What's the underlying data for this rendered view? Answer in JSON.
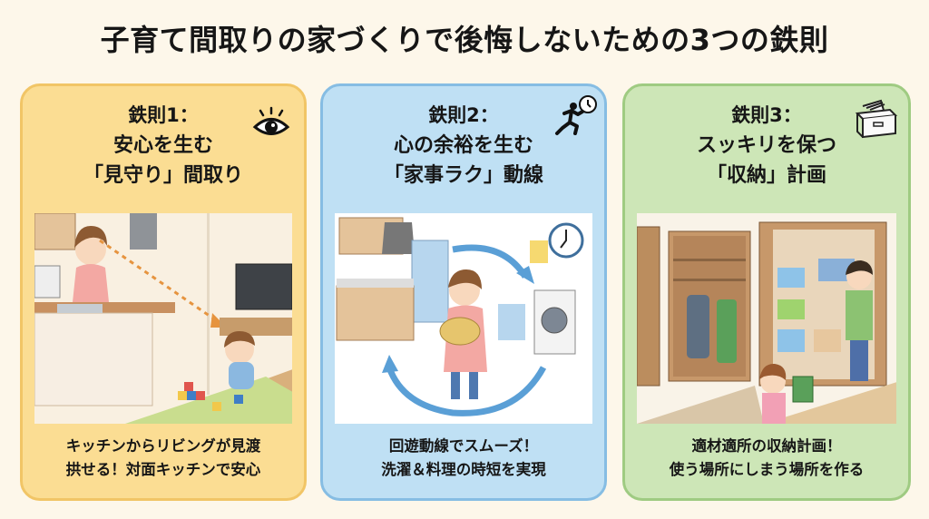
{
  "title": "子育て間取りの家づくりで後悔しないための3つの鉄則",
  "colors": {
    "background": "#fdf7ea",
    "card1_bg": "#fbdd93",
    "card1_border": "#f1c566",
    "card2_bg": "#bfe0f4",
    "card2_border": "#86bde3",
    "card3_bg": "#cde6b7",
    "card3_border": "#9fcb82"
  },
  "cards": [
    {
      "rule": "鉄則1：",
      "heading_line1": "安心を生む",
      "heading_line2": "「見守り」間取り",
      "icon": "eye-icon",
      "illustration": "mother-watching-child-from-kitchen",
      "caption_line1": "キッチンからリビングが見渡",
      "caption_line2": "拱せる！対面キッチンで安心"
    },
    {
      "rule": "鉄則2：",
      "heading_line1": "心の余裕を生む",
      "heading_line2": "「家事ラク」動線",
      "icon": "running-clock-icon",
      "illustration": "circular-housework-route",
      "caption_line1": "回遊動線でスムーズ！",
      "caption_line2": "洗濯＆料理の時短を実現"
    },
    {
      "rule": "鉄則3：",
      "heading_line1": "スッキリを保つ",
      "heading_line2": "「収納」計画",
      "icon": "storage-box-icon",
      "illustration": "entrance-and-closet-storage",
      "caption_line1": "適材適所の収納計画！",
      "caption_line2": "使う場所にしまう場所を作る"
    }
  ]
}
